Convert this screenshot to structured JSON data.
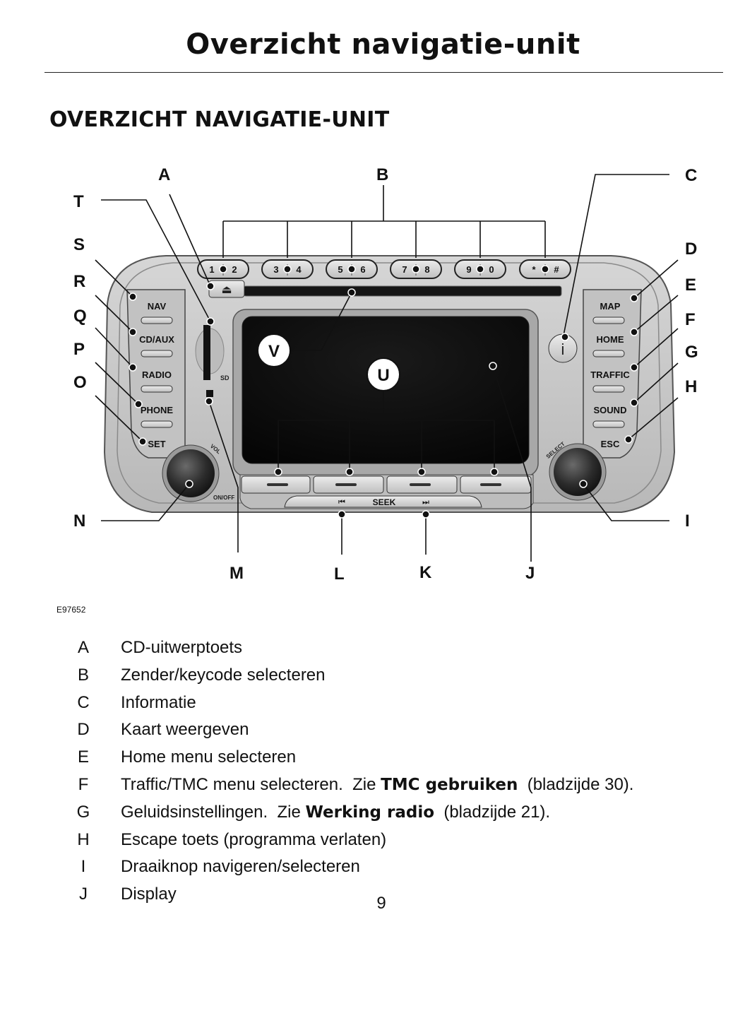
{
  "header": {
    "title": "Overzicht navigatie-unit"
  },
  "section": {
    "heading": "OVERZICHT NAVIGATIE-UNIT"
  },
  "figure": {
    "code": "E97652",
    "callouts": {
      "A": "A",
      "B": "B",
      "C": "C",
      "D": "D",
      "E": "E",
      "F": "F",
      "G": "G",
      "H": "H",
      "I": "I",
      "J": "J",
      "K": "K",
      "L": "L",
      "M": "M",
      "N": "N",
      "O": "O",
      "P": "P",
      "Q": "Q",
      "R": "R",
      "S": "S",
      "T": "T",
      "U": "U",
      "V": "V"
    },
    "preset_buttons": [
      {
        "left": "1",
        "right": "2"
      },
      {
        "left": "3",
        "right": "4"
      },
      {
        "left": "5",
        "right": "6"
      },
      {
        "left": "7",
        "right": "8"
      },
      {
        "left": "9",
        "right": "0"
      },
      {
        "left": "*",
        "right": "#"
      }
    ],
    "left_buttons": [
      "NAV",
      "CD/AUX",
      "RADIO",
      "PHONE",
      "SET"
    ],
    "right_buttons": [
      "MAP",
      "HOME",
      "TRAFFIC",
      "SOUND",
      "ESC"
    ],
    "labels": {
      "sd": "SD",
      "vol": "VOL",
      "on_off": "ON/OFF",
      "select": "SELECT",
      "seek": "SEEK",
      "seek_prev": "⏮",
      "seek_next": "⏭",
      "info": "i",
      "eject": "⏏"
    }
  },
  "legend": [
    {
      "key": "A",
      "text": "CD-uitwerptoets"
    },
    {
      "key": "B",
      "text": "Zender/keycode selecteren"
    },
    {
      "key": "C",
      "text": "Informatie"
    },
    {
      "key": "D",
      "text": "Kaart weergeven"
    },
    {
      "key": "E",
      "text": "Home menu selecteren"
    },
    {
      "key": "F",
      "text_before": "Traffic/TMC menu selecteren.  Zie ",
      "bold": "TMC gebruiken",
      "text_after": "  (bladzijde 30)."
    },
    {
      "key": "G",
      "text_before": "Geluidsinstellingen.  Zie ",
      "bold": "Werking radio",
      "text_after": "  (bladzijde 21)."
    },
    {
      "key": "H",
      "text": "Escape toets (programma verlaten)"
    },
    {
      "key": "I",
      "text": "Draaiknop navigeren/selecteren"
    },
    {
      "key": "J",
      "text": "Display"
    }
  ],
  "footer": {
    "page_number": "9"
  },
  "colors": {
    "body_outer": "#c9c9c9",
    "body_inner": "#b4b4b4",
    "screen": "#0d0d0d",
    "button": "#d8d8d8",
    "knob": "#2a2a2a"
  }
}
